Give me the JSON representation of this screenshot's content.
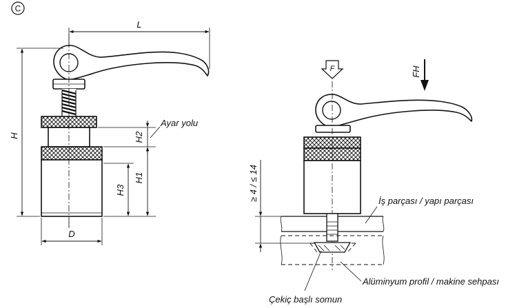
{
  "badge": "C",
  "left_view": {
    "dimensions": {
      "L": "L",
      "H": "H",
      "H1": "H1",
      "H2": "H2",
      "H3": "H3",
      "D": "D"
    },
    "callout": "Ayar yolu"
  },
  "right_view": {
    "force_f": "F",
    "force_fh": "FH",
    "range_label": "≥ 4 / ≤ 14",
    "callouts": {
      "workpiece": "İş parçası / yapı parçası",
      "profile": "Alüminyum profil / makine sehpası",
      "nut": "Çekiç başlı somun"
    }
  }
}
